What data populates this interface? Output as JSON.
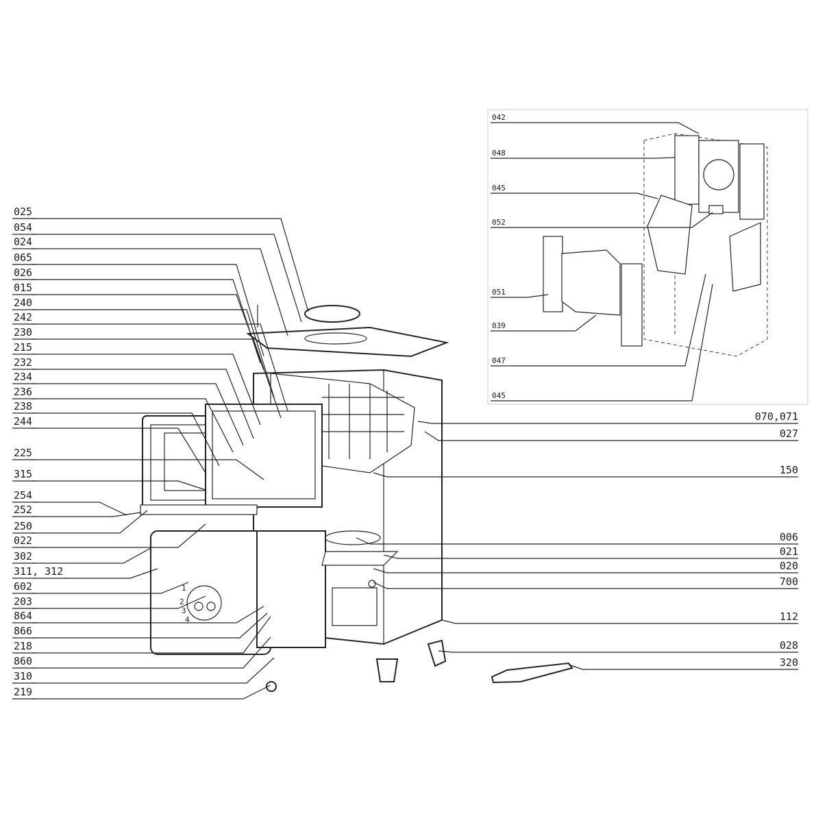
{
  "diagram": {
    "left_labels": [
      "025",
      "054",
      "024",
      "065",
      "026",
      "015",
      "240",
      "242",
      "230",
      "215",
      "232",
      "234",
      "236",
      "238",
      "244",
      "225",
      "315",
      "254",
      "252",
      "250",
      "022",
      "302",
      "311, 312",
      "602",
      "203",
      "864",
      "866",
      "218",
      "860",
      "310",
      "219"
    ],
    "right_labels": [
      "070,071",
      "027",
      "150",
      "006",
      "021",
      "020",
      "700",
      "112",
      "028",
      "320"
    ],
    "inset_labels": [
      "042",
      "048",
      "045",
      "052",
      "051",
      "039",
      "047",
      "045"
    ],
    "dial_marks": [
      "1",
      "2",
      "3",
      "4"
    ]
  }
}
